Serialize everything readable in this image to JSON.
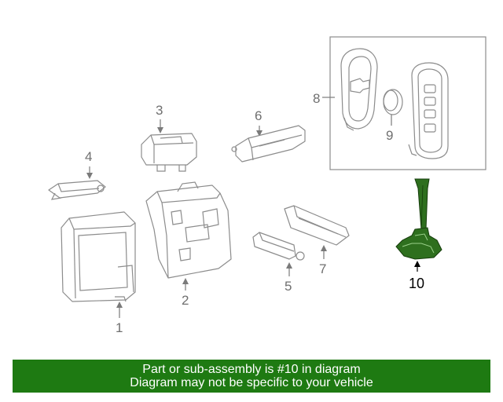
{
  "callouts": {
    "c1": "1",
    "c2": "2",
    "c3": "3",
    "c4": "4",
    "c5": "5",
    "c6": "6",
    "c7": "7",
    "c8": "8",
    "c9": "9",
    "c10": "10"
  },
  "highlight_color": "#2e6f1e",
  "banner": {
    "line1": "Part or sub-assembly is #10 in diagram",
    "line2": "Diagram may not be specific to your vehicle",
    "color": "#1e7a12"
  }
}
